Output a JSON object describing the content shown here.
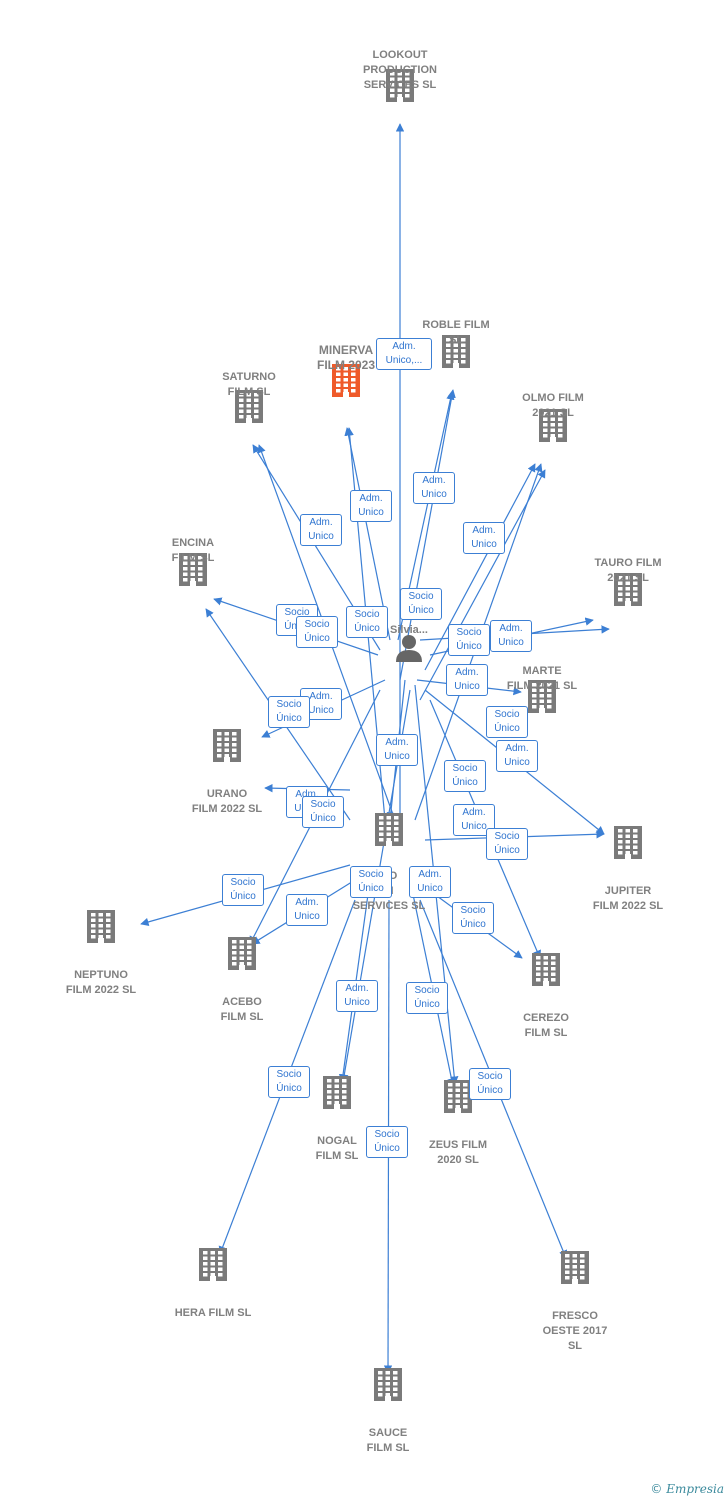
{
  "colors": {
    "edge": "#3c7fd4",
    "building": "#7a7a7a",
    "building_highlight": "#ef5a2a",
    "person": "#666666"
  },
  "nodes": [
    {
      "id": "lookout",
      "label": "LOOKOUT\nPRODUCTION\nSERVICES SL",
      "icon": "building-icon"
    },
    {
      "id": "minerva",
      "label": "MINERVA\nFILM 2023",
      "icon": "building-icon",
      "highlight": true
    },
    {
      "id": "roble",
      "label": "ROBLE FILM\nSL",
      "icon": "building-icon"
    },
    {
      "id": "saturno",
      "label": "SATURNO\nFILM  SL",
      "icon": "building-icon"
    },
    {
      "id": "olmo",
      "label": "OLMO FILM\n2021  SL",
      "icon": "building-icon"
    },
    {
      "id": "encina",
      "label": "ENCINA\nFILM  SL",
      "icon": "building-icon"
    },
    {
      "id": "tauro",
      "label": "TAURO FILM\n2021  SL",
      "icon": "building-icon"
    },
    {
      "id": "marte",
      "label": "MARTE\nFILM 2021  SL",
      "icon": "building-icon"
    },
    {
      "id": "urano",
      "label": "URANO\nFILM 2022  SL",
      "icon": "building-icon"
    },
    {
      "id": "jupiter",
      "label": "JUPITER\nFILM 2022  SL",
      "icon": "building-icon"
    },
    {
      "id": "center",
      "label": "CO\nM\nSERVICES SL",
      "icon": "building-icon"
    },
    {
      "id": "neptuno",
      "label": "NEPTUNO\nFILM 2022  SL",
      "icon": "building-icon"
    },
    {
      "id": "acebo",
      "label": "ACEBO\nFILM  SL",
      "icon": "building-icon"
    },
    {
      "id": "cerezo",
      "label": "CEREZO\nFILM  SL",
      "icon": "building-icon"
    },
    {
      "id": "nogal",
      "label": "NOGAL\nFILM  SL",
      "icon": "building-icon"
    },
    {
      "id": "zeus",
      "label": "ZEUS FILM\n2020  SL",
      "icon": "building-icon"
    },
    {
      "id": "hera",
      "label": "HERA FILM  SL",
      "icon": "building-icon"
    },
    {
      "id": "fresco",
      "label": "FRESCO\nOESTE 2017\nSL",
      "icon": "building-icon"
    },
    {
      "id": "sauce",
      "label": "SAUCE\nFILM  SL",
      "icon": "building-icon"
    },
    {
      "id": "person",
      "label": "A\nou\nSilvia...",
      "icon": "person-icon"
    }
  ],
  "edge_labels": [
    "Adm.\nUnico,...",
    "Adm.\nUnico",
    "Adm.\nUnico",
    "Adm.\nUnico",
    "Adm.\nUnico",
    "Socio\nÚnico",
    "Adm.\nUnico",
    "Socio\nÚnico",
    "Socio\nÚnico",
    "Socio\nÚnico",
    "Adm.\nUnico",
    "Adm.\nUnico",
    "Socio\nÚnico",
    "Adm.\nUnico",
    "Socio\nÚnico",
    "Adm.\nUnico",
    "Adm.\nUnico",
    "Socio\nÚnico",
    "Socio\nÚnico",
    "Adm.\nUnico",
    "Socio\nÚnico",
    "Socio\nÚnico",
    "Adm.\nUnico",
    "Socio\nÚnico",
    "Adm.\nUnico",
    "Socio\nÚnico",
    "Socio\nÚnico",
    "Socio\nÚnico",
    "Socio\nÚnico",
    "Socio\nÚnico",
    "Socio\nÚnico",
    "Adm.\nUnico"
  ],
  "brand": {
    "copyright": "©",
    "name": "Empresia"
  }
}
